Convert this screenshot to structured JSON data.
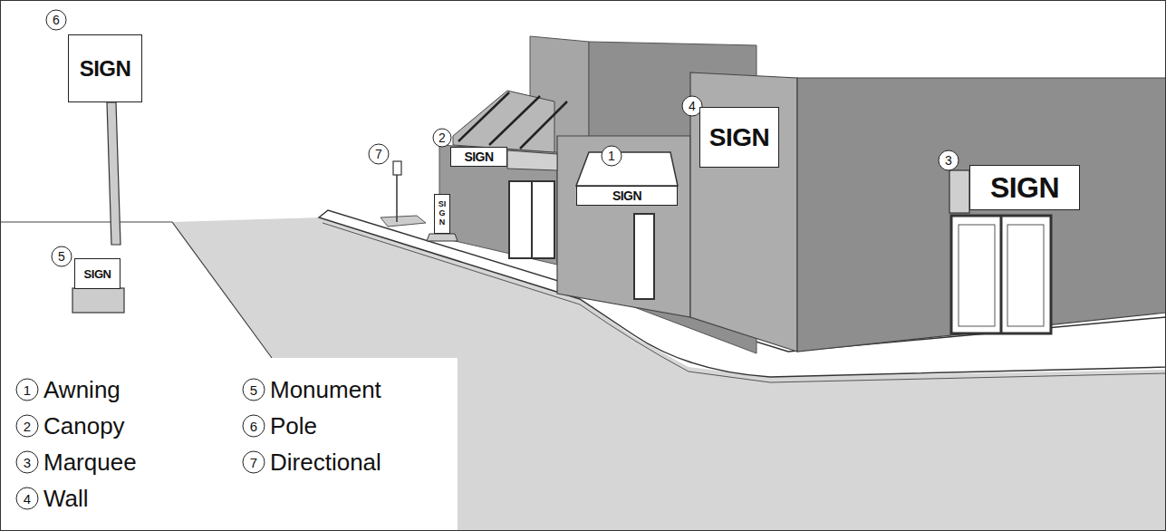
{
  "diagram": {
    "nodes": [
      {
        "text": [
          "SIGN"
        ]
      },
      {
        "text": [
          "SIGN"
        ]
      },
      {
        "text": [
          "SIGN"
        ]
      },
      {
        "text": [
          "SIGN"
        ]
      },
      {
        "text": [
          "SIGN"
        ]
      },
      {
        "text": [
          "SIGN"
        ]
      },
      {
        "text": [
          "SIGN"
        ]
      }
    ],
    "labels": [
      "6",
      "2",
      "7",
      "1",
      "4",
      "3",
      "5",
      "1",
      "2",
      "3",
      "4",
      "5",
      "6",
      "7"
    ],
    "legend": [
      {
        "text": "Awning"
      },
      {
        "text": "Canopy"
      },
      {
        "text": "Marquee"
      },
      {
        "text": "Wall"
      },
      {
        "text": "Monument"
      },
      {
        "text": "Pole"
      },
      {
        "text": "Directional"
      }
    ]
  }
}
